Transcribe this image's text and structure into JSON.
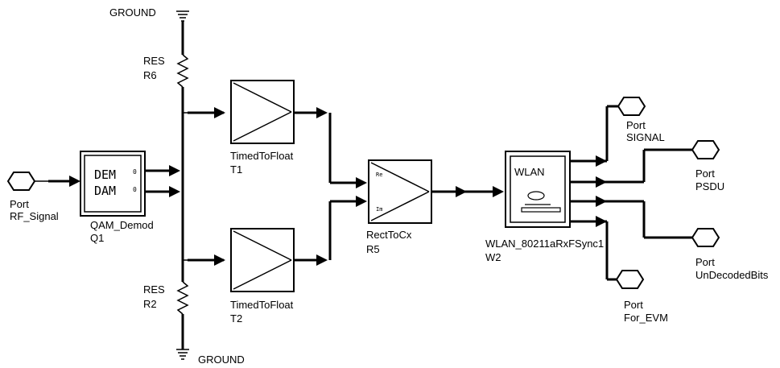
{
  "ground": {
    "top_label": "GROUND",
    "bottom_label": "GROUND"
  },
  "components": {
    "res_top": {
      "type": "RES",
      "ref": "R6"
    },
    "res_bottom": {
      "type": "RES",
      "ref": "R2"
    },
    "qam": {
      "line1": "DEM",
      "line2": "DAM",
      "type": "QAM_Demod",
      "ref": "Q1"
    },
    "t1": {
      "type": "TimedToFloat",
      "ref": "T1"
    },
    "t2": {
      "type": "TimedToFloat",
      "ref": "T2"
    },
    "rect": {
      "in1": "Re",
      "in2": "Im",
      "type": "RectToCx",
      "ref": "R5"
    },
    "wlan": {
      "title": "WLAN",
      "type": "WLAN_80211aRxFSync1",
      "ref": "W2"
    }
  },
  "ports": {
    "rf": {
      "kind": "Port",
      "name": "RF_Signal"
    },
    "signal": {
      "kind": "Port",
      "name": "SIGNAL"
    },
    "psdu": {
      "kind": "Port",
      "name": "PSDU"
    },
    "undecoded": {
      "kind": "Port",
      "name": "UnDecodedBits"
    },
    "evm": {
      "kind": "Port",
      "name": "For_EVM"
    }
  }
}
